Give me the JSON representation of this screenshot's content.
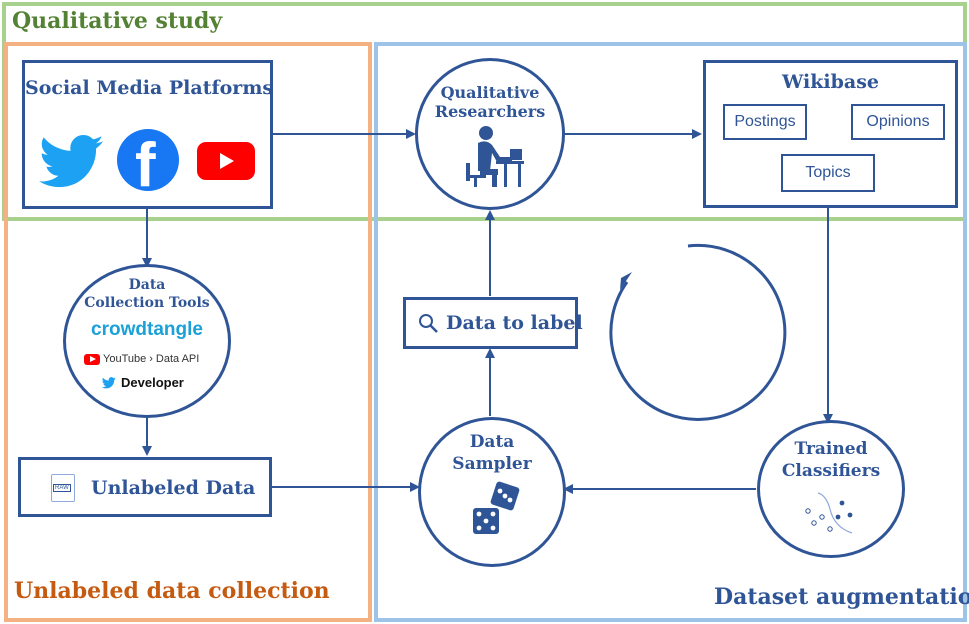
{
  "regions": {
    "qualitative": {
      "title": "Qualitative study",
      "color": "#548235",
      "border": "#a9d18e"
    },
    "unlabeled": {
      "title": "Unlabeled data collection",
      "color": "#c55a11",
      "border": "#f4b183"
    },
    "augmentation": {
      "title": "Dataset augmentation",
      "color": "#2f5597",
      "border": "#9dc3e6"
    }
  },
  "nodes": {
    "social_media": {
      "title": "Social Media Platforms",
      "icons": [
        "twitter-icon",
        "facebook-icon",
        "youtube-icon"
      ]
    },
    "researchers": {
      "title_line1": "Qualitative",
      "title_line2": "Researchers",
      "icon": "researcher-at-desk-icon"
    },
    "wikibase": {
      "title": "Wikibase",
      "items": [
        "Postings",
        "Opinions",
        "Topics"
      ]
    },
    "collection_tools": {
      "title_line1": "Data",
      "title_line2": "Collection Tools",
      "logo_crowdtangle": "crowdtangle",
      "youtube_api": "YouTube",
      "youtube_api_suffix": "Data API",
      "twitter_dev": "Developer"
    },
    "unlabeled_data": {
      "label": "Unlabeled Data",
      "icon_text": "RAW"
    },
    "data_to_label": {
      "label": "Data to label",
      "icon": "search-icon"
    },
    "data_sampler": {
      "title_line1": "Data",
      "title_line2": "Sampler",
      "icon": "dice-icon"
    },
    "trained_classifiers": {
      "title_line1": "Trained",
      "title_line2": "Classifiers",
      "icon": "scatter-plot-icon"
    }
  },
  "colors": {
    "primary": "#2f5597",
    "twitter": "#1da1f2",
    "facebook": "#1877f2",
    "youtube": "#ff0000",
    "crowdtangle": "#1ba1d8"
  }
}
